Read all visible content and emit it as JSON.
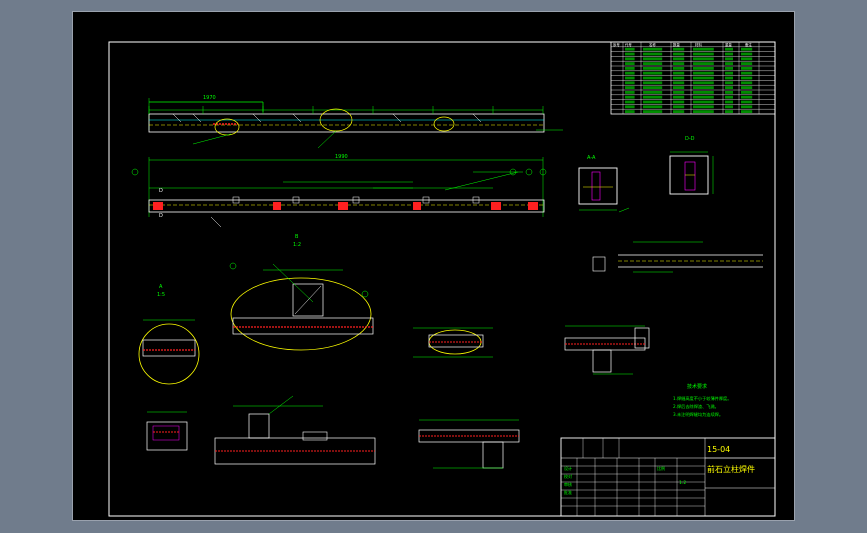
{
  "drawing": {
    "number": "15-04",
    "title": "前石立柱焊件",
    "scale": "1:2"
  },
  "titleblock": {
    "cells": [
      "设计",
      "校对",
      "审核",
      "批准",
      "比例"
    ]
  },
  "views": {
    "top_dim": "1970",
    "main_dim": "1990",
    "detail_a": "A",
    "detail_b": "B",
    "section_d": "D-D",
    "section_a": "A-A",
    "scale_2": "1:2",
    "scale_5": "1:5"
  },
  "bom": {
    "headers": [
      "序号",
      "代号",
      "名称",
      "数量",
      "材料",
      "重量",
      "备注"
    ],
    "row_count": 14
  },
  "notes": {
    "title": "技术要求",
    "lines": [
      "1.焊缝高度不小于较薄件厚度。",
      "2.焊后去除焊渣、飞溅。",
      "3.未注明焊缝均为连续焊。"
    ]
  },
  "colors": {
    "sheet_bg": "#000000",
    "line_green": "#00ff00",
    "line_white": "#ffffff",
    "line_yellow": "#ffff00",
    "line_cyan": "#00ffff",
    "weld_red": "#ff2020",
    "hatch_magenta": "#ff00ff"
  }
}
